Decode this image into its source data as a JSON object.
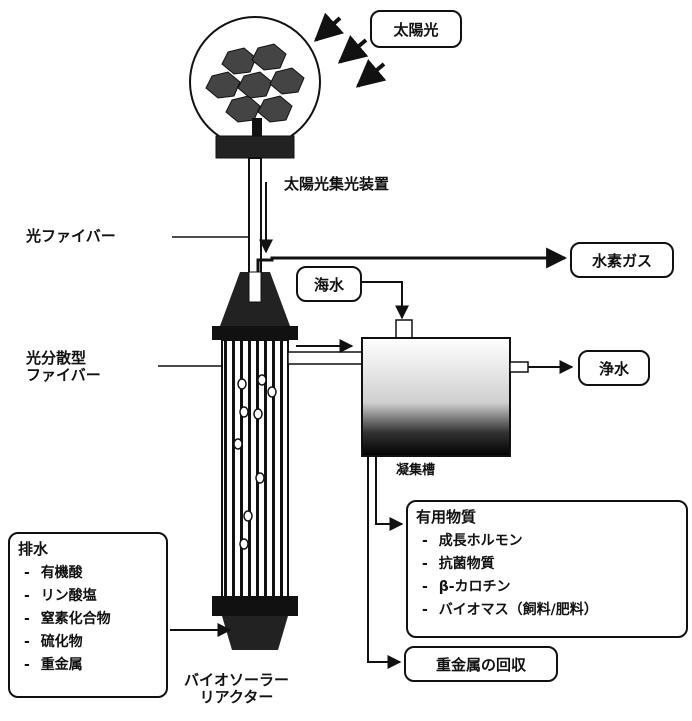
{
  "labels": {
    "sunlight": "太陽光",
    "collector": "太陽光集光装置",
    "optical_fiber": "光ファイバー",
    "diffusion_fiber_line1": "光分散型",
    "diffusion_fiber_line2": "ファイバー",
    "reactor_line1": "バイオソーラー",
    "reactor_line2": "リアクター",
    "seawater": "海水",
    "hydrogen_gas": "水素ガス",
    "purified_water": "浄水",
    "settling_tank": "凝集槽",
    "heavy_metal_recovery": "重金属の回収"
  },
  "wastewater": {
    "title": "排水",
    "items": [
      "有機酸",
      "リン酸塩",
      "窒素化合物",
      "硫化物",
      "重金属"
    ]
  },
  "useful_substances": {
    "title": "有用物質",
    "items": [
      "成長ホルモン",
      "抗菌物質",
      "β-カロチン",
      "バイオマス（飼料/肥料）"
    ]
  }
}
